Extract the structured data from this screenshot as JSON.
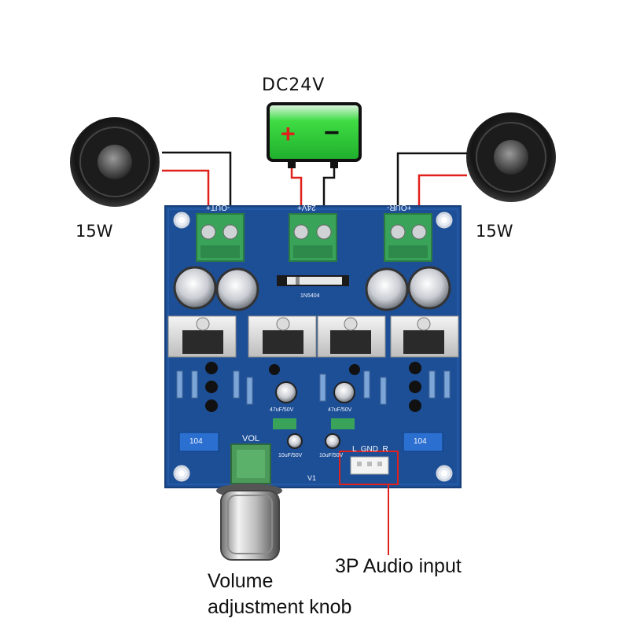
{
  "power": {
    "label": "DC24V",
    "plus": "+",
    "minus": "−"
  },
  "speakers": {
    "left_power": "15W",
    "right_power": "15W"
  },
  "annotations": {
    "audio_input": "3P Audio input",
    "volume_line1": "Volume",
    "volume_line2": "adjustment knob"
  },
  "board": {
    "out_left": "-OUT+",
    "power_in": "24V+",
    "out_right": "+OUR-",
    "diode": "1N5404",
    "vol_label": "VOL",
    "input_pins": "L  GND  R",
    "version": "V1",
    "cap_47": "47uF/50V",
    "cap_10": "10uF/50V",
    "trimmer": "104"
  },
  "colors": {
    "board": "#1d4f97",
    "wire_red": "#e0201a",
    "wire_black": "#111111",
    "battery_green": "#2fd13a",
    "terminal_green": "#3aa35a",
    "highlight_red": "#e0201a"
  }
}
